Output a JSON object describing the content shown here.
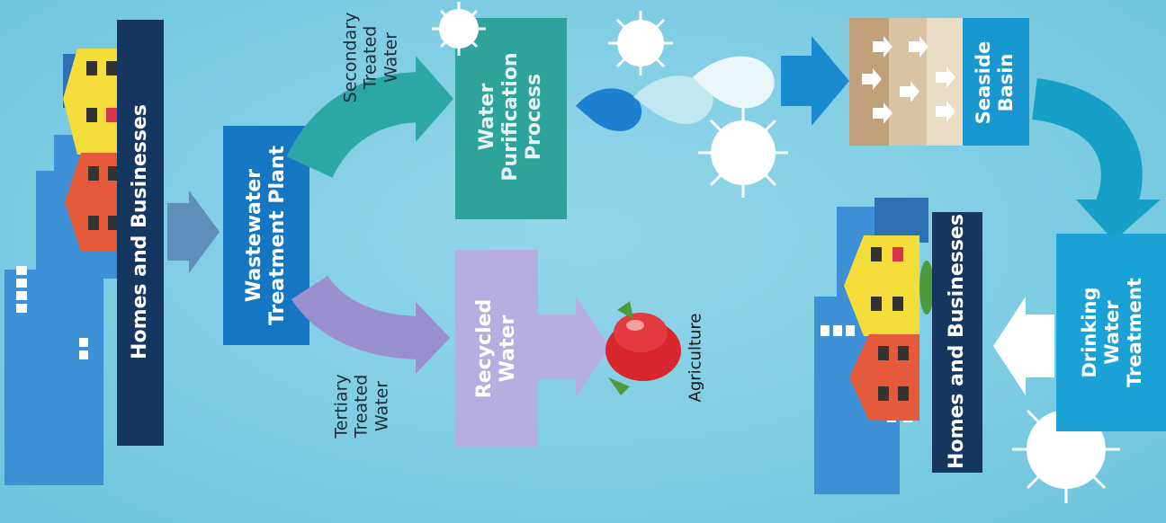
{
  "diagram": {
    "homes_label_1": "Homes and Businesses",
    "wastewater_label": "Wastewater\nTreatment Plant",
    "secondary_label": "Secondary\nTreated\nWater",
    "tertiary_label": "Tertiary\nTreated\nWater",
    "purification_label": "Water\nPurification\nProcess",
    "recycled_label": "Recycled\nWater",
    "agriculture_label": "Agriculture",
    "basin_label": "Seaside\nBasin",
    "drinking_label": "Drinking\nWater\nTreatment",
    "homes_label_2": "Homes and Businesses"
  }
}
